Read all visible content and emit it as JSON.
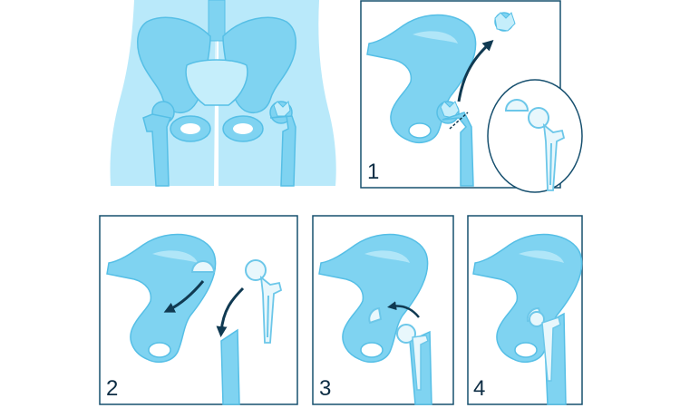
{
  "colors": {
    "bone_fill": "#7fd3f1",
    "bone_shade": "#56bfe6",
    "bone_light": "#c5eefb",
    "body_fill": "#b9e9fa",
    "frame": "#17506f",
    "arrow": "#103a52",
    "implant_fill": "#e8f7fc",
    "implant_shade": "#6cc7e9"
  },
  "steps": [
    {
      "id": "step-1",
      "label": "1"
    },
    {
      "id": "step-2",
      "label": "2"
    },
    {
      "id": "step-3",
      "label": "3"
    },
    {
      "id": "step-4",
      "label": "4"
    }
  ]
}
